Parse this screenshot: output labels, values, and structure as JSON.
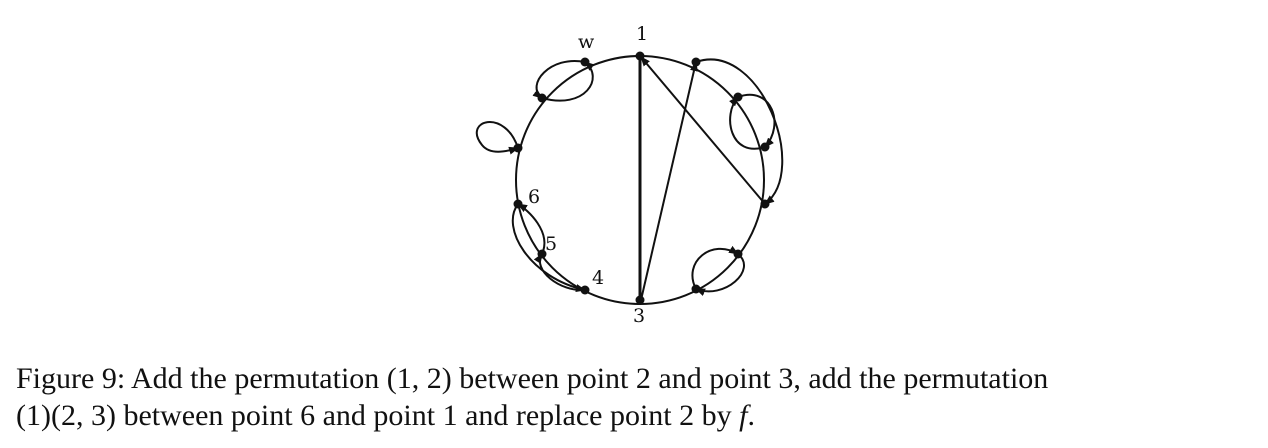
{
  "figure": {
    "labels": {
      "w": "w",
      "p1": "1",
      "p3": "3",
      "p4": "4",
      "p5": "5",
      "p6": "6"
    }
  },
  "caption": {
    "line1": "Figure 9:  Add the permutation (1, 2) between point 2 and point 3, add the permutation",
    "line2_pre": "(1)(2, 3) between point 6 and point 1 and replace point 2 by ",
    "line2_var": "f",
    "line2_post": "."
  }
}
